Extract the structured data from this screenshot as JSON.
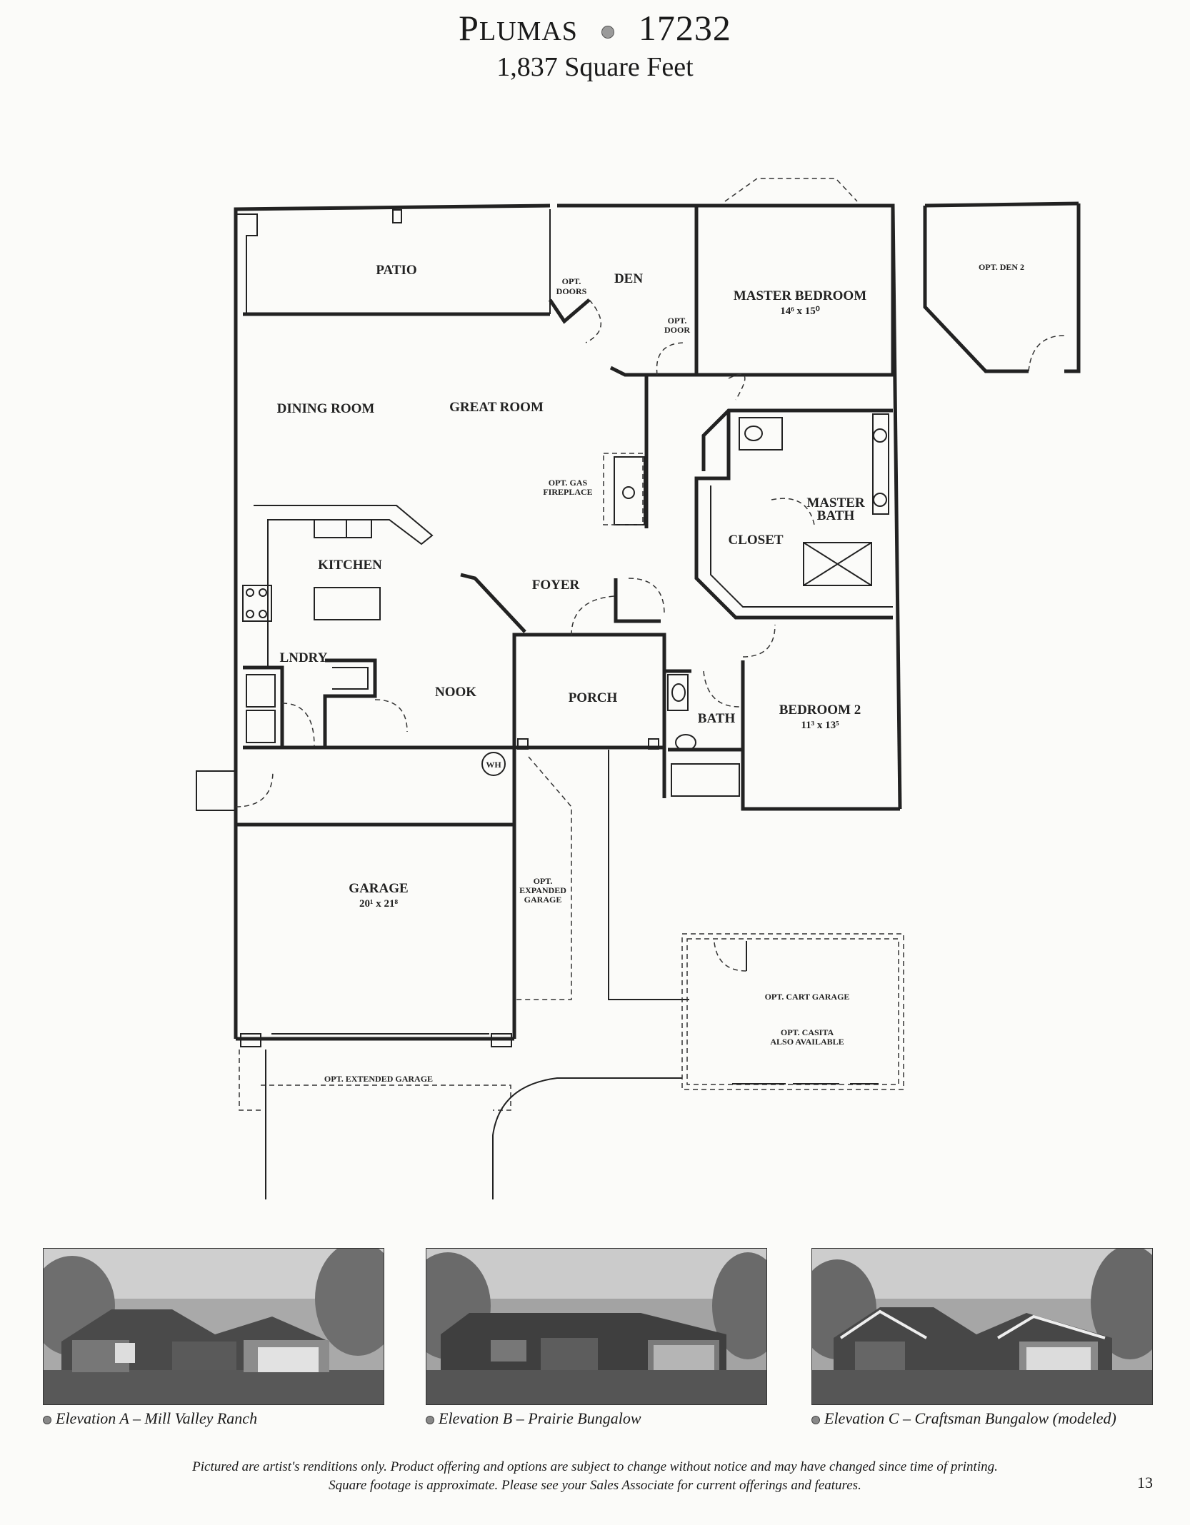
{
  "header": {
    "plan_name_initial": "P",
    "plan_name_rest": "LUMAS",
    "plan_number": "17232",
    "square_feet": "1,837 Square Feet"
  },
  "rooms": {
    "patio": "PATIO",
    "den": "DEN",
    "opt_doors_1": "OPT.",
    "opt_doors_2": "DOORS",
    "opt_door_1": "OPT.",
    "opt_door_2": "DOOR",
    "master_bedroom": "MASTER BEDROOM",
    "master_bedroom_dims": "14⁶ x 15⁰",
    "opt_den2": "OPT. DEN 2",
    "dining_room": "DINING ROOM",
    "great_room": "GREAT ROOM",
    "fireplace_1": "OPT. GAS",
    "fireplace_2": "FIREPLACE",
    "master_bath_1": "MASTER",
    "master_bath_2": "BATH",
    "closet": "CLOSET",
    "kitchen": "KITCHEN",
    "foyer": "FOYER",
    "lndry": "LNDRY",
    "nook": "NOOK",
    "porch": "PORCH",
    "bath": "BATH",
    "bedroom2": "BEDROOM 2",
    "bedroom2_dims": "11³ x 13⁵",
    "wh": "WH",
    "garage": "GARAGE",
    "garage_dims": "20¹ x 21⁸",
    "exp_garage_1": "OPT.",
    "exp_garage_2": "EXPANDED",
    "exp_garage_3": "GARAGE",
    "cart_garage": "OPT. CART GARAGE",
    "casita_1": "OPT. CASITA",
    "casita_2": "ALSO AVAILABLE",
    "ext_garage": "OPT. EXTENDED GARAGE"
  },
  "elevations": [
    {
      "caption": "Elevation A – Mill Valley Ranch"
    },
    {
      "caption": "Elevation B – Prairie Bungalow"
    },
    {
      "caption": "Elevation C – Craftsman Bungalow (modeled)"
    }
  ],
  "footer": {
    "line1": "Pictured are artist's renditions only. Product offering and options are subject to change without notice and may have changed since time of printing.",
    "line2": "Square footage is approximate. Please see your Sales Associate for current offerings and features."
  },
  "page_number": "13"
}
